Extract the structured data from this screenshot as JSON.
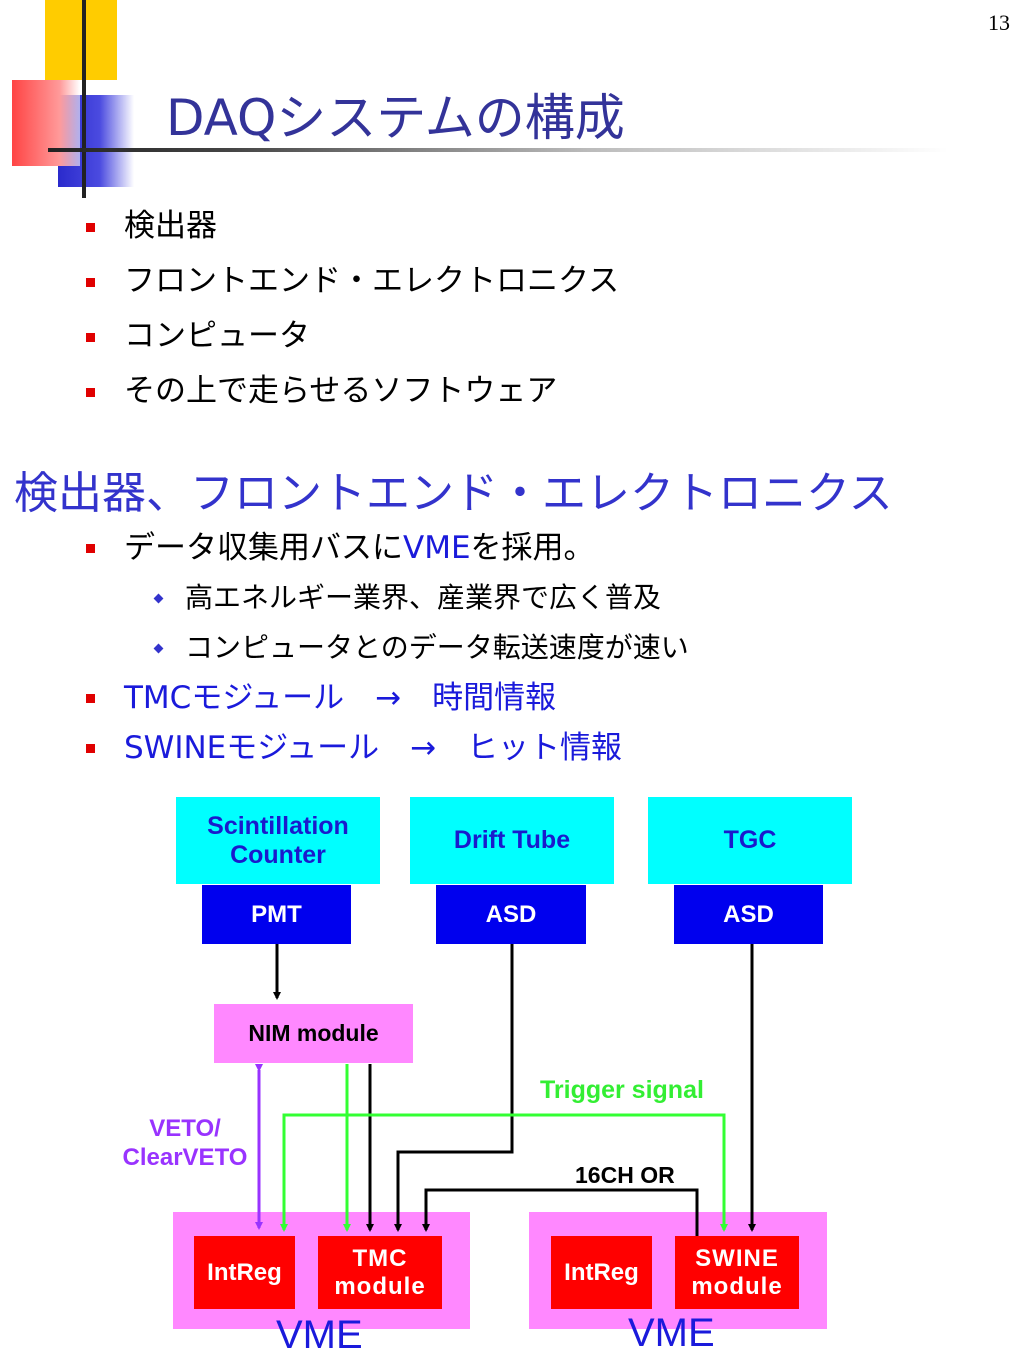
{
  "page_number": "13",
  "title": "DAQシステムの構成",
  "bullets": [
    "検出器",
    "フロントエンド・エレクトロニクス",
    "コンピュータ",
    "その上で走らせるソフトウェア"
  ],
  "section2": {
    "heading": "検出器、フロントエンド・エレクトロニクス",
    "vme_bullet": {
      "prefix": "データ収集用バスに",
      "highlight": "VME",
      "suffix": "を採用。"
    },
    "sub_bullets": [
      "高エネルギー業界、産業界で広く普及",
      "コンピュータとのデータ転送速度が速い"
    ],
    "tmc_bullet": "TMCモジュール　→　時間情報",
    "swine_bullet": "SWINEモジュール　→　ヒット情報"
  },
  "diagram": {
    "detectors": {
      "scint": "Scintillation Counter",
      "drift": "Drift Tube",
      "tgc": "TGC"
    },
    "frontend": {
      "pmt": "PMT",
      "asd1": "ASD",
      "asd2": "ASD"
    },
    "nim": "NIM module",
    "vme1": {
      "intreg": "IntReg",
      "tmc": "TMC module",
      "label": "VME"
    },
    "vme2": {
      "intreg": "IntReg",
      "swine": "SWINE module",
      "label": "VME"
    },
    "labels": {
      "trigger": "Trigger signal",
      "veto": "VETO/ ClearVETO",
      "or16": "16CH OR"
    },
    "colors": {
      "trigger": "#33ff33",
      "veto": "#9933ff",
      "signal": "#000000"
    }
  },
  "theme": {
    "title_color": "#333399",
    "heading_color": "#3333cc",
    "bullet_marker": "#e00000",
    "diamond_marker": "#3333cc",
    "highlight_text": "#1a1adb"
  }
}
